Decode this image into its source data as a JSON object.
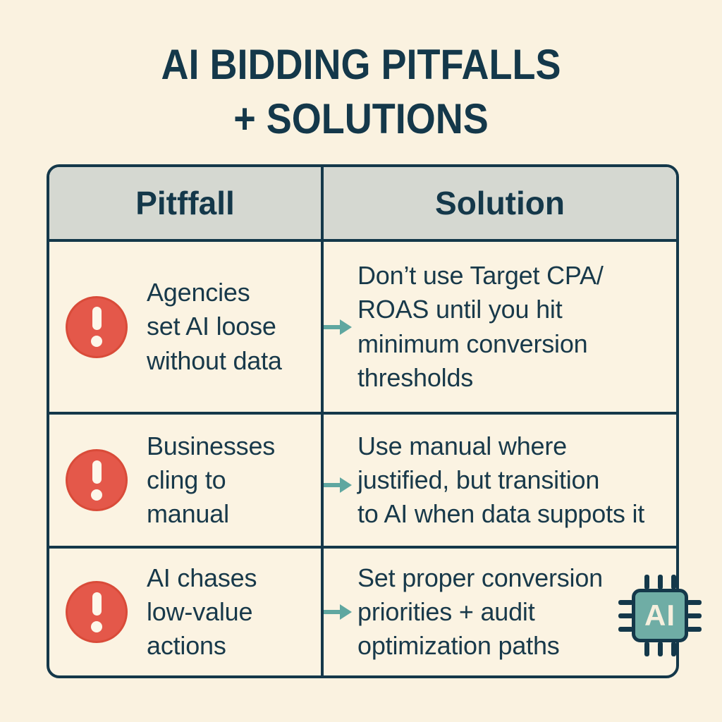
{
  "title": {
    "line1": "AI BIDDING PITFALLS",
    "line2": "+ SOLUTIONS"
  },
  "table": {
    "header": {
      "pitfall": "Pitffall",
      "solution": "Solution"
    },
    "rows": [
      {
        "pitfall": "Agencies\nset AI loose\nwithout data",
        "solution": "Don’t use Target CPA/\nROAS until you hit\nminimum conversion\nthresholds"
      },
      {
        "pitfall": "Businesses\ncling to\nmanual",
        "solution": "Use manual where\njustified, but transition\nto AI when data suppots it"
      },
      {
        "pitfall": "AI chases\nlow-value\nactions",
        "solution": "Set proper conversion\npriorities + audit\noptimization paths"
      }
    ]
  },
  "chip": {
    "label": "AI"
  },
  "icons": {
    "warning": "exclamation-circle-icon",
    "arrow": "arrow-right-icon",
    "chip": "ai-chip-icon"
  },
  "colors": {
    "background": "#FAF2E0",
    "navy": "#14384A",
    "header_bg": "#D5D8D1",
    "warning_red": "#E4584A",
    "arrow_teal": "#5FA7A0",
    "chip_teal": "#6FADA5"
  }
}
